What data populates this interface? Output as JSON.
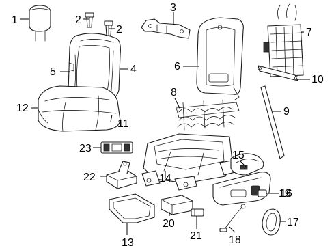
{
  "callouts": [
    {
      "id": "1",
      "label": "1"
    },
    {
      "id": "2a",
      "label": "2"
    },
    {
      "id": "2b",
      "label": "2"
    },
    {
      "id": "3",
      "label": "3"
    },
    {
      "id": "4",
      "label": "4"
    },
    {
      "id": "5",
      "label": "5"
    },
    {
      "id": "6",
      "label": "6"
    },
    {
      "id": "7",
      "label": "7"
    },
    {
      "id": "8",
      "label": "8"
    },
    {
      "id": "9",
      "label": "9"
    },
    {
      "id": "10",
      "label": "10"
    },
    {
      "id": "11",
      "label": "11"
    },
    {
      "id": "12",
      "label": "12"
    },
    {
      "id": "13",
      "label": "13"
    },
    {
      "id": "14",
      "label": "14"
    },
    {
      "id": "15",
      "label": "15"
    },
    {
      "id": "16",
      "label": "16"
    },
    {
      "id": "17",
      "label": "17"
    },
    {
      "id": "18",
      "label": "18"
    },
    {
      "id": "19",
      "label": "19"
    },
    {
      "id": "20",
      "label": "20"
    },
    {
      "id": "21",
      "label": "21"
    },
    {
      "id": "22",
      "label": "22"
    },
    {
      "id": "23",
      "label": "23"
    }
  ]
}
